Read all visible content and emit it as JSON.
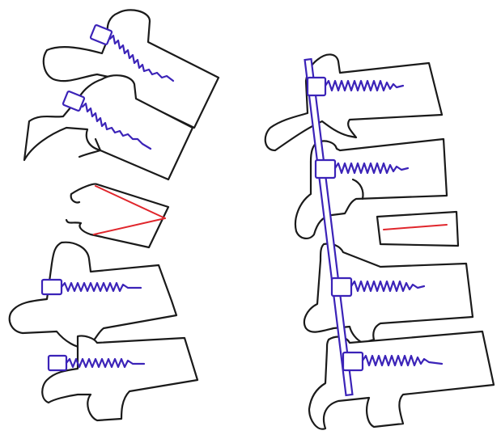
{
  "colors": {
    "background": "#ffffff",
    "bone_outline": "#1a1a1a",
    "implant": "#3b23b8",
    "implant_fill": "#ffffff",
    "fracture_line": "#e0262c"
  },
  "panels": [
    {
      "id": "left",
      "screws": 4,
      "rod": false,
      "fracture_lines": 2
    },
    {
      "id": "right",
      "screws": 4,
      "rod": true,
      "fracture_lines": 1
    }
  ]
}
